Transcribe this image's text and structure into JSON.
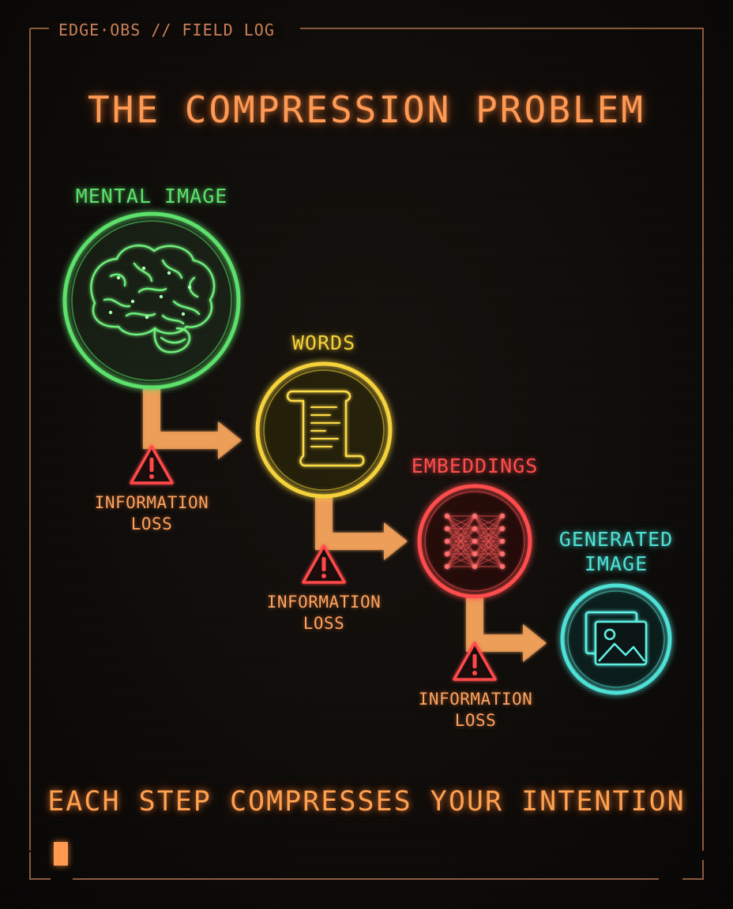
{
  "header": {
    "tag": "EDGE·OBS // FIELD LOG"
  },
  "title": "THE COMPRESSION PROBLEM",
  "nodes": [
    {
      "label": "MENTAL IMAGE",
      "color": "#5de06c",
      "icon": "brain-icon"
    },
    {
      "label": "WORDS",
      "color": "#f5d23a",
      "icon": "scroll-icon"
    },
    {
      "label": "EMBEDDINGS",
      "color": "#ff4d4d",
      "icon": "neural-network-icon"
    },
    {
      "label": "GENERATED\nIMAGE",
      "color": "#4fe0d6",
      "icon": "image-icon"
    }
  ],
  "losses": [
    {
      "label": "INFORMATION\nLOSS"
    },
    {
      "label": "INFORMATION\nLOSS"
    },
    {
      "label": "INFORMATION\nLOSS"
    }
  ],
  "colors": {
    "arrow": "#f0a15a",
    "warning": "#ff4a4a",
    "frame": "#8a5a3e"
  },
  "footer": "EACH STEP COMPRESSES YOUR INTENTION"
}
